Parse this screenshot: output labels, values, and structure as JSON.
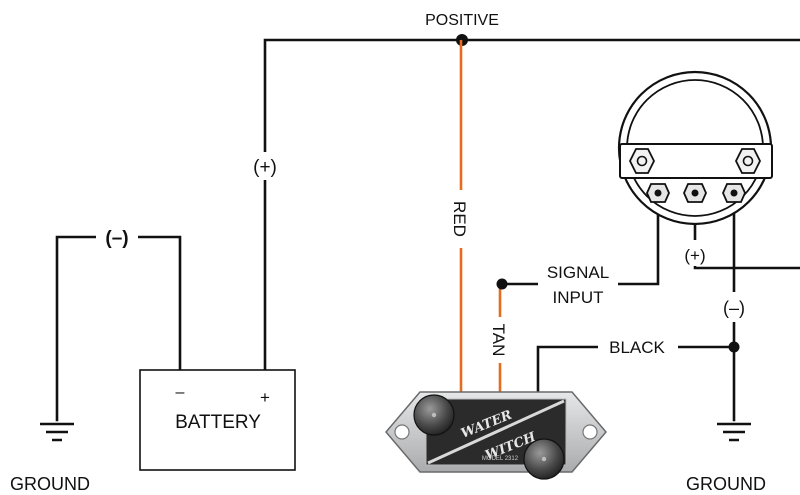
{
  "diagram": {
    "labels": {
      "positive": "POSITIVE",
      "red": "RED",
      "tan": "TAN",
      "black": "BLACK",
      "signal": "SIGNAL",
      "input": "INPUT",
      "battery": "BATTERY",
      "battery_neg": "–",
      "battery_pos": "+",
      "plus_left": "(+)",
      "minus_left": "(–)",
      "plus_gauge": "(+)",
      "minus_right": "(–)",
      "ground_left": "GROUND",
      "ground_right": "GROUND"
    },
    "device": {
      "brand_top": "WATER",
      "brand_bottom": "WITCH",
      "model": "MODEL 2312"
    },
    "colors": {
      "wire": "#111111",
      "red_wire": "#e46d1f",
      "tan_wire": "#e46d1f",
      "device_body": "#cfd1d3",
      "device_panel": "#2b2b2b"
    }
  }
}
